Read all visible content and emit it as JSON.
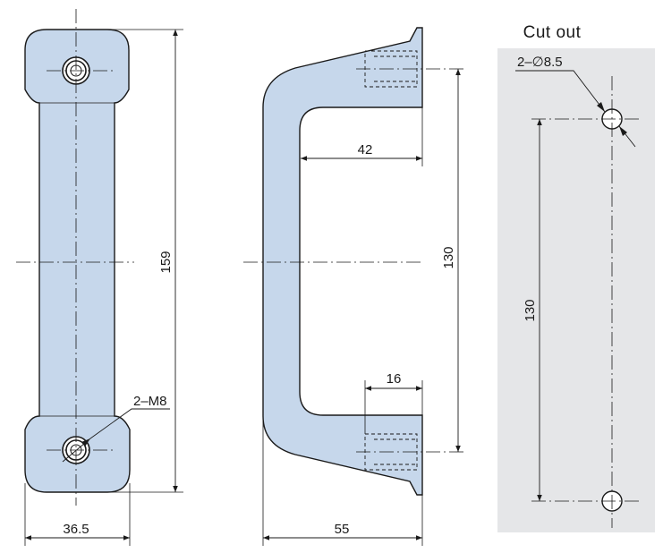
{
  "front_view": {
    "dim_height": "159",
    "dim_width": "36.5",
    "thread_note": "2–M8"
  },
  "side_view": {
    "dim_inner_depth": "42",
    "dim_center": "130",
    "dim_boss": "16",
    "dim_overall_depth": "55"
  },
  "cutout": {
    "title": "Cut out",
    "hole_note": "2–∅8.5",
    "dim_center": "130"
  },
  "colors": {
    "part_fill": "#c6d7eb",
    "panel_fill": "#e5e6e8",
    "line": "#1a1a1a"
  }
}
